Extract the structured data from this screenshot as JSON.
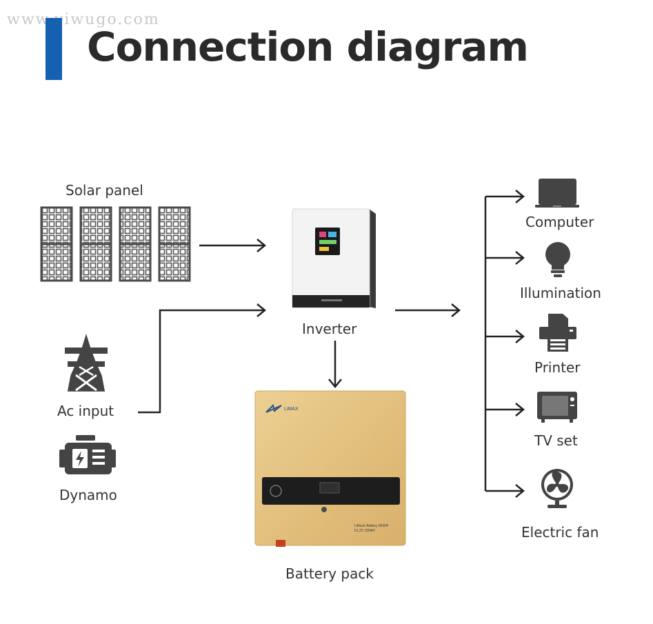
{
  "watermark": "www.yiwugo.com",
  "title": "Connection diagram",
  "colors": {
    "accent": "#1560b0",
    "stroke": "#222222",
    "battery": "#e2bf7c",
    "inverter": "#f4f4f4"
  },
  "inputs": {
    "solar": "Solar panel",
    "ac": "Ac input",
    "dynamo": "Dynamo"
  },
  "center": {
    "inverter": "Inverter",
    "battery": "Battery pack",
    "battery_plate_line1": "Lithium Battery 5KWH",
    "battery_plate_line2": "51.2V 100AH"
  },
  "outputs": [
    "Computer",
    "Illumination",
    "Printer",
    "TV set",
    "Electric fan"
  ]
}
